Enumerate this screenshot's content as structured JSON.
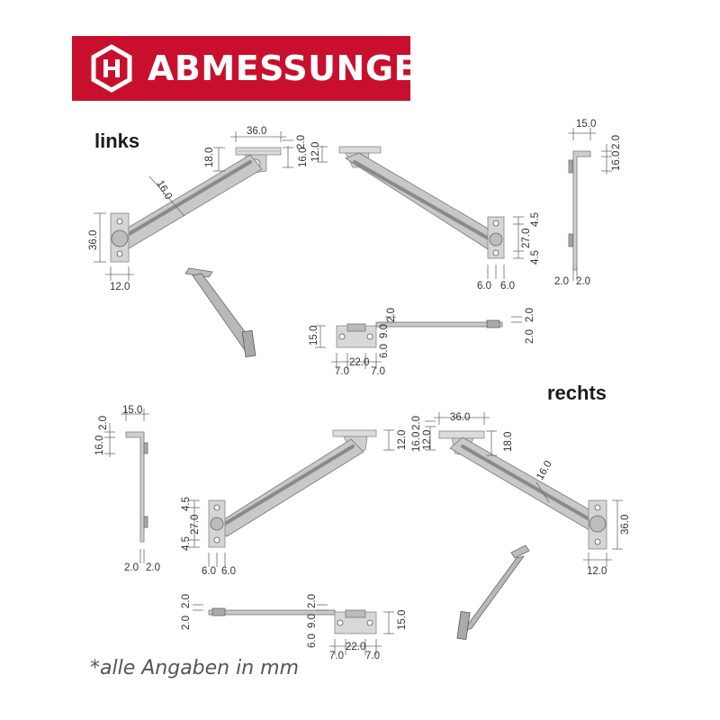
{
  "header": {
    "title": "ABMESSUNGEN",
    "logo_icon": "hexagon-h-logo-icon",
    "color": "#c8102e"
  },
  "sections": {
    "left": "links",
    "right": "rechts"
  },
  "footnote": "*alle Angaben in mm",
  "links": {
    "main": {
      "d1": "36.0",
      "d2": "18.0",
      "d3": "16.0",
      "d4": "16.0",
      "d5": "2.0",
      "d6": "36.0",
      "d7": "12.0"
    },
    "mirror": {
      "d1": "12.0",
      "d2": "4.5",
      "d3": "27.0",
      "d4": "4.5",
      "d5": "6.0",
      "d6": "6.0"
    },
    "side": {
      "d1": "15.0",
      "d2": "2.0",
      "d3": "16.0",
      "d4": "2.0",
      "d5": "2.0"
    },
    "flat": {
      "d1": "2.0",
      "d2": "15.0",
      "d3": "9.0",
      "d4": "6.0",
      "d5": "22.0",
      "d6": "7.0",
      "d7": "7.0",
      "d8": "2.0",
      "d9": "2.0"
    }
  },
  "rechts": {
    "side": {
      "d1": "15.0",
      "d2": "2.0",
      "d3": "16.0",
      "d4": "2.0",
      "d5": "2.0"
    },
    "mirror": {
      "d1": "12.0",
      "d2": "4.5",
      "d3": "27.0",
      "d4": "4.5",
      "d5": "6.0",
      "d6": "6.0"
    },
    "main": {
      "d1": "36.0",
      "d2": "18.0",
      "d3": "16.0",
      "d4": "16.0",
      "d5": "2.0",
      "d6": "12.0",
      "d7": "36.0",
      "d8": "12.0"
    },
    "flat": {
      "d1": "2.0",
      "d2": "2.0",
      "d3": "2.0",
      "d4": "9.0",
      "d5": "6.0",
      "d6": "15.0",
      "d7": "22.0",
      "d8": "7.0",
      "d9": "7.0"
    }
  }
}
